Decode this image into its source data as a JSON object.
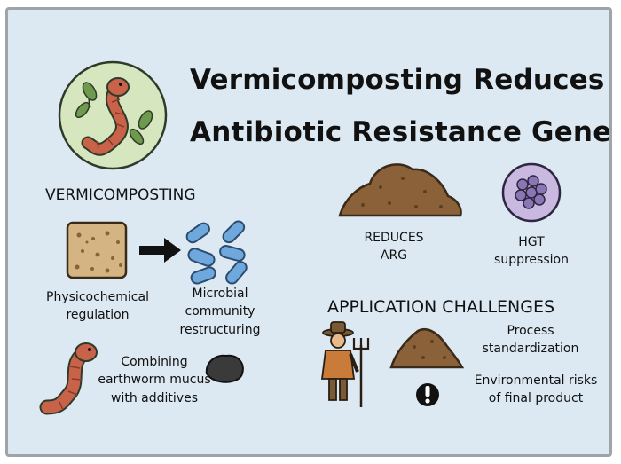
{
  "title": {
    "line1": "Vermicomposting Reduces",
    "line2": "Antibiotic Resistance Genes"
  },
  "vermicomposting": {
    "heading": "VERMICOMPOSTING",
    "physicochemical_line1": "Physicochemical",
    "physicochemical_line2": "regulation",
    "microbial_line1": "Microbial",
    "microbial_line2": "community",
    "microbial_line3": "restructuring",
    "combining_line1": "Combining",
    "combining_line2": "earthworm mucus",
    "combining_line3": "with additives"
  },
  "effects": {
    "reduces_line1": "REDUCES",
    "reduces_line2": "ARG",
    "hgt_line1": "HGT",
    "hgt_line2": "suppression"
  },
  "challenges": {
    "heading": "APPLICATION CHALLENGES",
    "process_line1": "Process",
    "process_line2": "standardization",
    "env_line1": "Environmental risks",
    "env_line2": "of final product"
  },
  "icons": [
    "earthworm-leaf-icon",
    "soil-block-icon",
    "arrow-icon",
    "bacteria-icon",
    "compost-pile-icon",
    "cell-icon",
    "earthworm-icon",
    "biochar-icon",
    "farmer-icon",
    "warning-icon"
  ],
  "colors": {
    "background": "#dce8f2",
    "earthworm": "#c8634a",
    "soil": "#8a6138",
    "bacteria": "#6fa8dc",
    "cell": "#a998c8",
    "leaf_circle": "#d6e7c0"
  }
}
